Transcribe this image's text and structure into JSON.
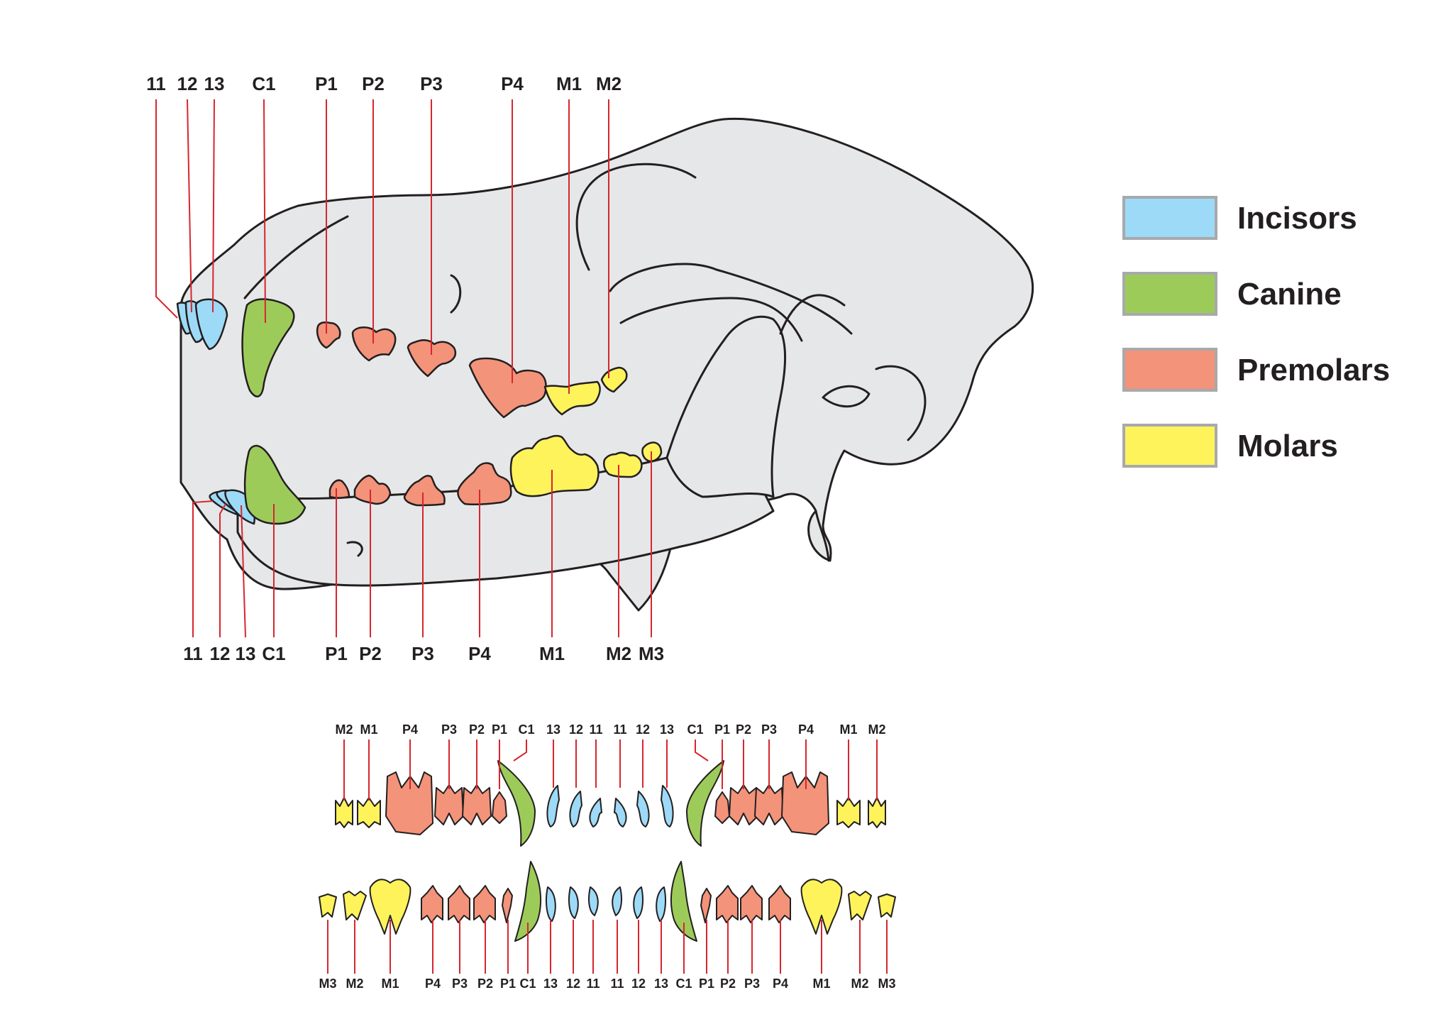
{
  "colors": {
    "incisors": "#9ddaf7",
    "canine": "#9dcb5a",
    "premolars": "#f3937a",
    "molars": "#fff35c",
    "leader": "#d7262e",
    "skull_fill": "#e6e7e8",
    "outline": "#231f20"
  },
  "legend": [
    {
      "label": "Incisors",
      "color_key": "incisors"
    },
    {
      "label": "Canine",
      "color_key": "canine"
    },
    {
      "label": "Premolars",
      "color_key": "premolars"
    },
    {
      "label": "Molars",
      "color_key": "molars"
    }
  ],
  "skull_upper_labels": [
    "11",
    "12",
    "13",
    "C1",
    "P1",
    "P2",
    "P3",
    "P4",
    "M1",
    "M2"
  ],
  "skull_lower_labels": [
    "11",
    "12",
    "13",
    "C1",
    "P1",
    "P2",
    "P3",
    "P4",
    "M1",
    "M2",
    "M3"
  ],
  "chart_upper_labels": [
    "M2",
    "M1",
    "P4",
    "P3",
    "P2",
    "P1",
    "C1",
    "13",
    "12",
    "11",
    "11",
    "12",
    "13",
    "C1",
    "P1",
    "P2",
    "P3",
    "P4",
    "M1",
    "M2"
  ],
  "chart_lower_labels": [
    "M3",
    "M2",
    "M1",
    "P4",
    "P3",
    "P2",
    "P1",
    "C1",
    "13",
    "12",
    "11",
    "11",
    "12",
    "13",
    "C1",
    "P1",
    "P2",
    "P3",
    "P4",
    "M1",
    "M2",
    "M3"
  ]
}
